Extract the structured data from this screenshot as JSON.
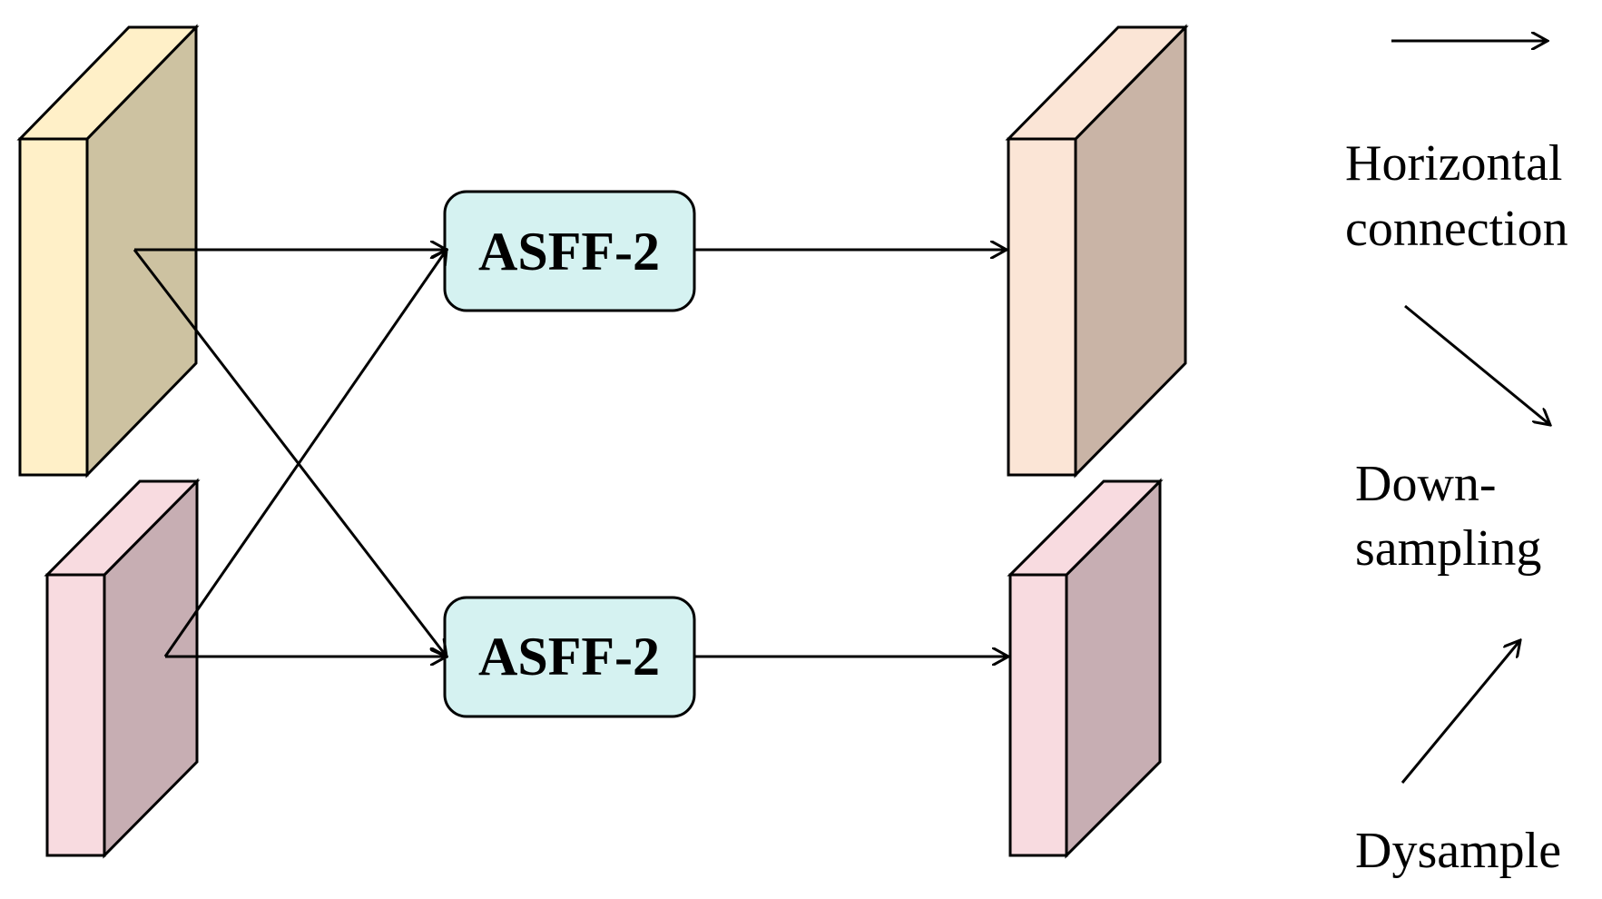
{
  "modules": [
    {
      "label": "ASFF-2"
    },
    {
      "label": "ASFF-2"
    }
  ],
  "legend": {
    "horizontal_line1": "Horizontal",
    "horizontal_line2": "connection",
    "down_line1": "Down-",
    "down_line2": "sampling",
    "dysample": "Dysample"
  },
  "colors": {
    "input_top_front": "#fff0c8",
    "input_top_side": "#cdc2a1",
    "input_bottom_front": "#f8dbe0",
    "input_bottom_side": "#c7aeb3",
    "output_top_front": "#fbe5d6",
    "output_top_side": "#c9b4a6",
    "output_bottom_front": "#f8dbe0",
    "output_bottom_side": "#c7aeb3",
    "module_fill": "#d5f2f1",
    "stroke": "#000000"
  }
}
